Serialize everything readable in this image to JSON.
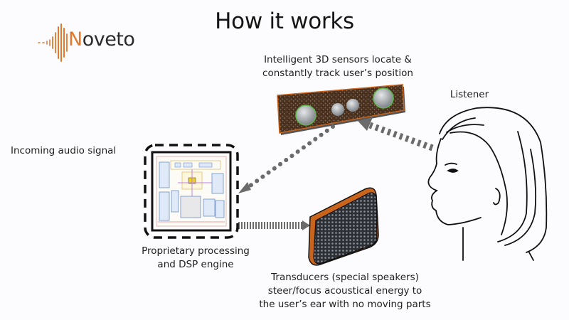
{
  "title": "How it works",
  "logo": {
    "first_letter": "N",
    "rest": "oveto",
    "icon": "sound-wave-icon",
    "accent_color": "#e2782a"
  },
  "labels": {
    "sensor": [
      "Intelligent 3D sensors locate &",
      "constantly track user’s position"
    ],
    "listener": "Listener",
    "incoming": "Incoming audio signal",
    "dsp": [
      "Proprietary processing",
      "and DSP engine"
    ],
    "transducers": [
      "Transducers (special speakers)",
      "steer/focus acoustical energy to",
      "the user’s ear with no moving parts"
    ]
  },
  "colors": {
    "arrow": "#6b6b6b",
    "sensor_body": "#4a3222",
    "sensor_edge": "#c8641c",
    "speaker_edge": "#c8641c",
    "speaker_grille": "#3a3d42",
    "background": "#fcfcfe"
  }
}
